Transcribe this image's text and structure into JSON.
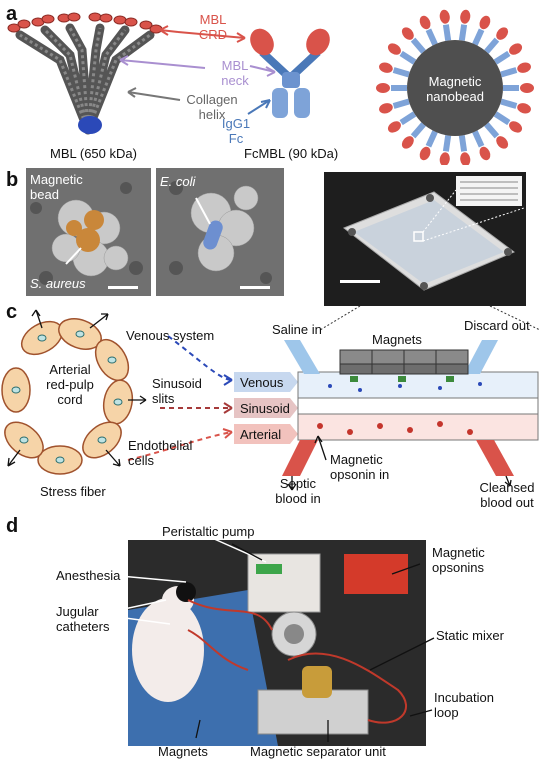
{
  "panels": {
    "a": "a",
    "b": "b",
    "c": "c",
    "d": "d"
  },
  "a": {
    "mbl_crd": [
      "MBL",
      "CRD"
    ],
    "mbl_neck": [
      "MBL",
      "neck"
    ],
    "collagen_helix": [
      "Collagen",
      "helix"
    ],
    "igg1_fc": [
      "IgG1",
      "Fc"
    ],
    "mbl_caption": "MBL (650 kDa)",
    "fcmbl_caption": "FcMBL (90 kDa)",
    "nanobead": [
      "Magnetic",
      "nanobead"
    ],
    "colors": {
      "crd": "#d9534a",
      "neck": "#a98fd0",
      "fc": "#4a78b8",
      "bead": "#4f4f4f",
      "collagen": "#555555"
    }
  },
  "b": {
    "magnetic_bead": [
      "Magnetic",
      "bead"
    ],
    "s_aureus": "S. aureus",
    "e_coli": "E. coli"
  },
  "c": {
    "venous_system": "Venous system",
    "arterial_cord": [
      "Arterial",
      "red-pulp",
      "cord"
    ],
    "sinusoid_slits": [
      "Sinusoid",
      "slits"
    ],
    "endothelial_cells": [
      "Endothelial",
      "cells"
    ],
    "stress_fiber": "Stress fiber",
    "saline_in": "Saline in",
    "magnets": "Magnets",
    "discard_out": "Discard out",
    "venous": "Venous",
    "sinusoid": "Sinusoid",
    "arterial": "Arterial",
    "magnetic_opsonin_in": [
      "Magnetic",
      "opsonin in"
    ],
    "septic_blood_in": [
      "Septic",
      "blood in"
    ],
    "cleansed_blood_out": [
      "Cleansed",
      "blood out"
    ]
  },
  "d": {
    "peristaltic_pump": "Peristaltic pump",
    "magnetic_opsonins": [
      "Magnetic",
      "opsonins"
    ],
    "anesthesia": "Anesthesia",
    "jugular_catheters": [
      "Jugular",
      "catheters"
    ],
    "static_mixer": "Static mixer",
    "incubation_loop": [
      "Incubation",
      "loop"
    ],
    "magnets": "Magnets",
    "magnetic_separator_unit": "Magnetic separator unit"
  }
}
